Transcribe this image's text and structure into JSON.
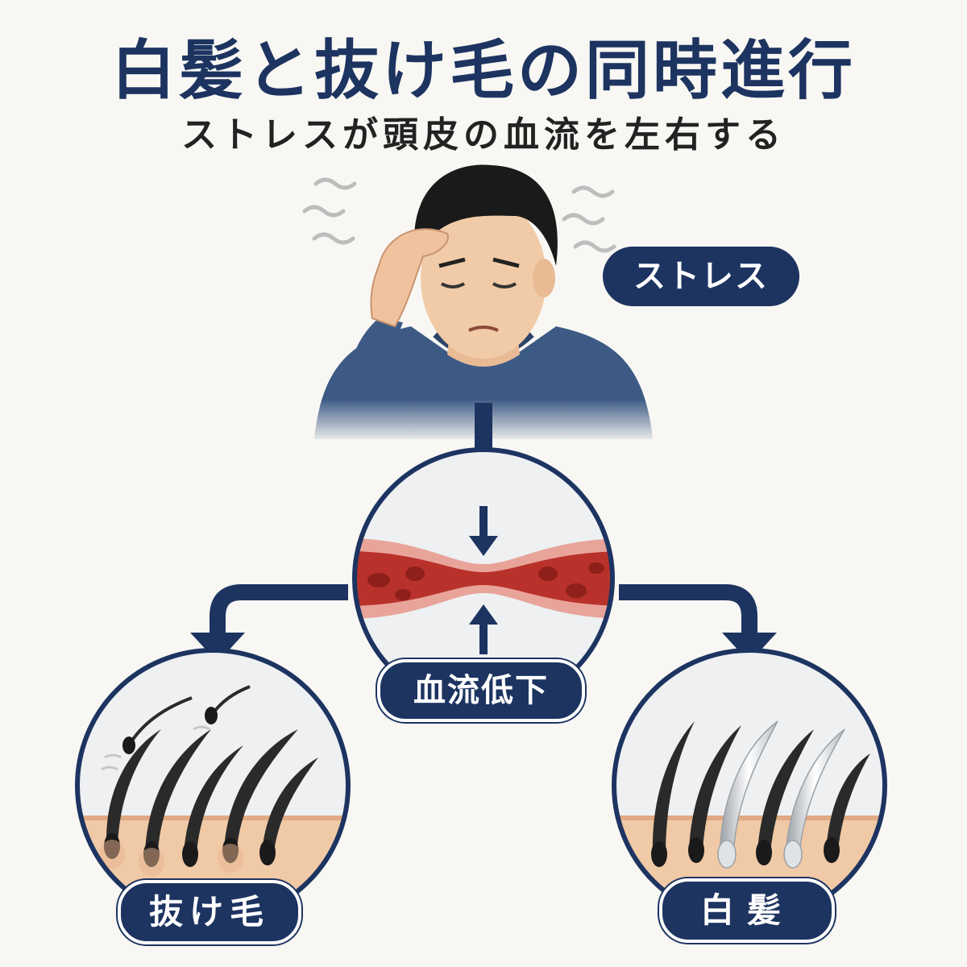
{
  "title": "白髪と抜け毛の同時進行",
  "subtitle": "ストレスが頭皮の血流を左右する",
  "labels": {
    "stress": "ストレス",
    "blood_flow": "血流低下",
    "hair_loss": "抜け毛",
    "gray_hair": "白髪"
  },
  "colors": {
    "navy": "#1d3461",
    "vessel_outer": "#e9a49a",
    "vessel_inner": "#b8322b",
    "skin": "#f0c9a6",
    "sweater": "#3d5a85"
  },
  "icons": [
    "stressed-man-illustration",
    "down-arrow-icon",
    "vessel-constriction-icon",
    "hair-falling-icon",
    "gray-hair-icon"
  ]
}
